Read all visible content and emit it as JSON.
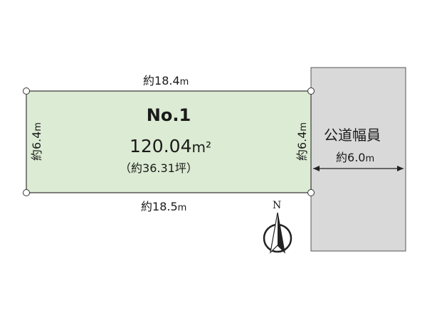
{
  "lot": {
    "number": "No.1",
    "area_value": "120.04",
    "area_unit": "m²",
    "tsubo_prefix": "（約",
    "tsubo_value": "36.31",
    "tsubo_suffix": "坪）",
    "fill_color": "#dcebd3",
    "border_color": "#3a3a3a"
  },
  "dimensions": {
    "approx": "約",
    "unit": "m",
    "top": "18.4",
    "bottom": "18.5",
    "left": "6.4",
    "right": "6.4"
  },
  "road": {
    "label": "公道幅員",
    "width_value": "6.0",
    "fill_color": "#d9d9d9"
  },
  "compass": {
    "label": "N"
  }
}
